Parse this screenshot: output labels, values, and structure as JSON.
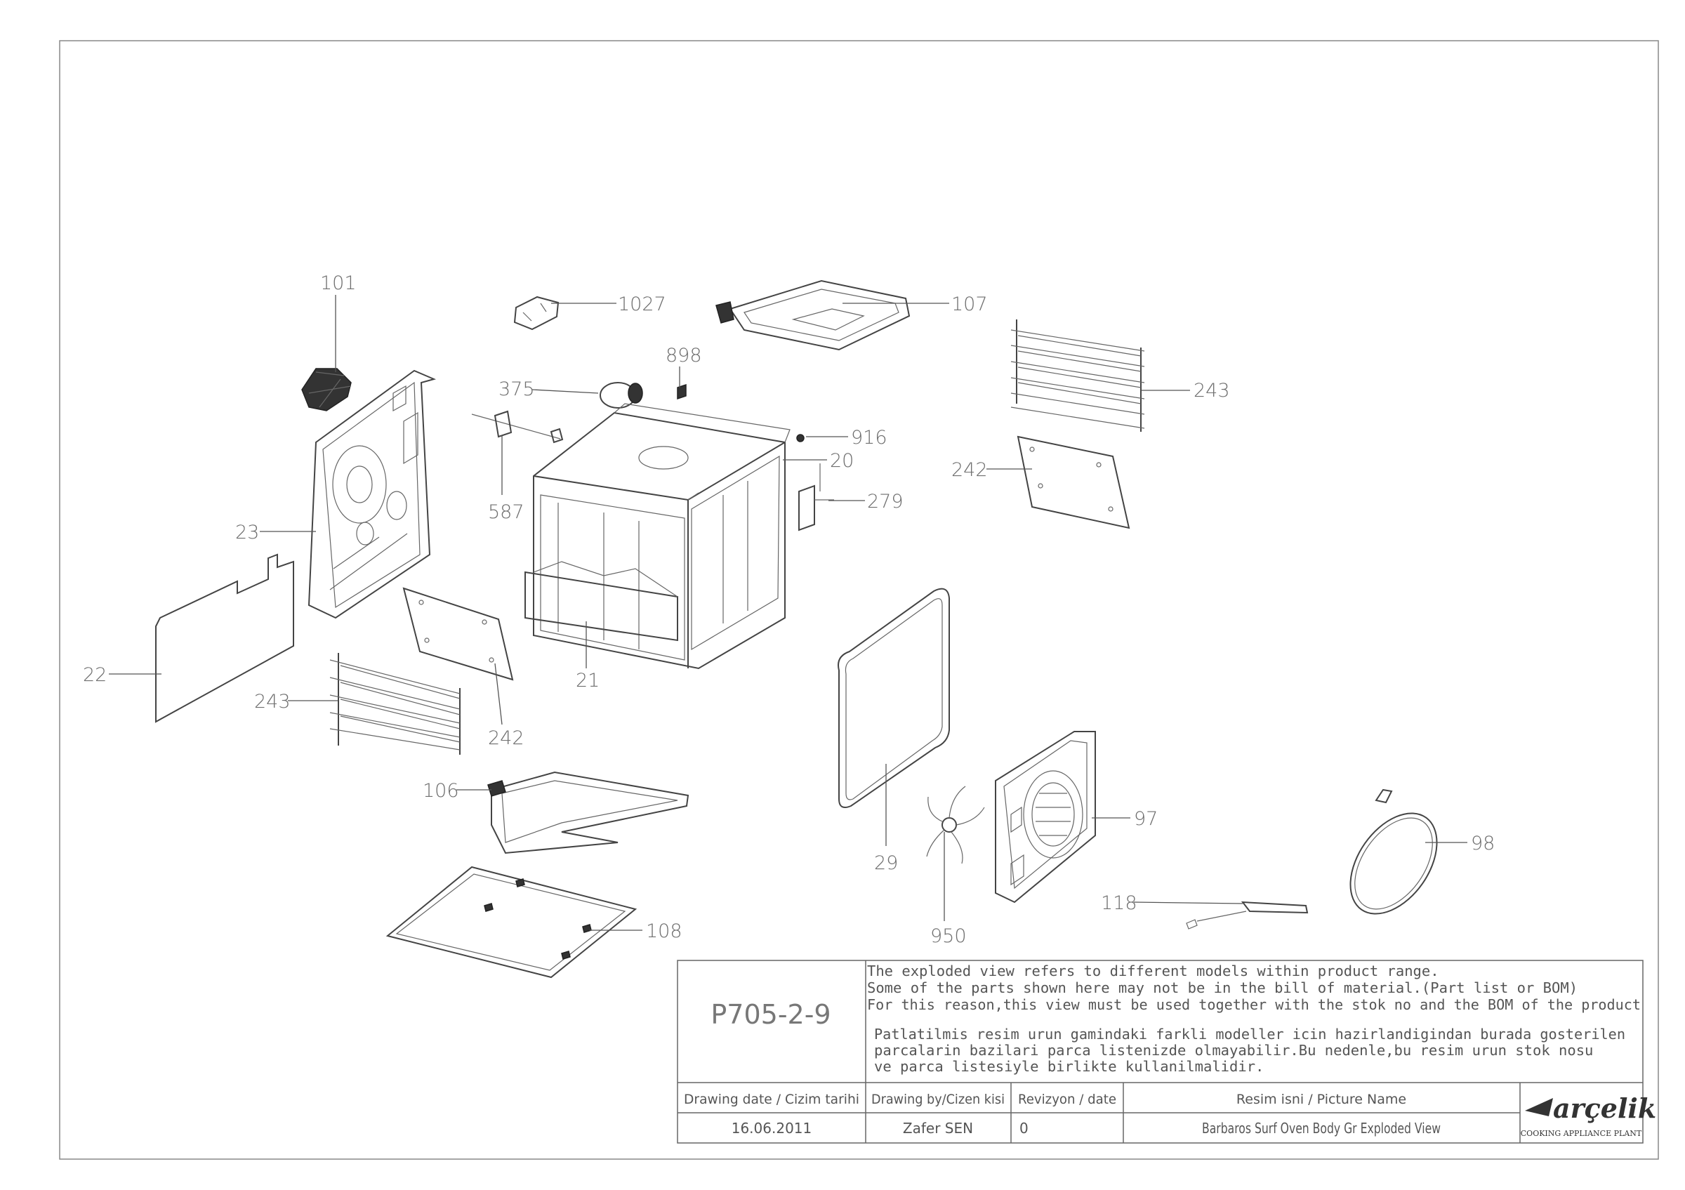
{
  "callouts": {
    "c101": "101",
    "c1027": "1027",
    "c107": "107",
    "c898": "898",
    "c375": "375",
    "c243a": "243",
    "c916": "916",
    "c20": "20",
    "c242a": "242",
    "c279": "279",
    "c587": "587",
    "c23": "23",
    "c21": "21",
    "c22": "22",
    "c243b": "243",
    "c242b": "242",
    "c106": "106",
    "c29": "29",
    "c97": "97",
    "c98": "98",
    "c118": "118",
    "c950": "950",
    "c108": "108"
  },
  "title_block": {
    "drawing_code": "P705-2-9",
    "note_en": [
      "The exploded view refers to different models within product range.",
      "Some of the parts shown here may not be in the bill of material.(Part list or BOM)",
      "For this reason,this view must be used together with the stok no and the BOM of the product"
    ],
    "note_tr": [
      "Patlatilmis resim urun gamindaki farkli modeller icin hazirlandigindan burada gosterilen",
      "parcalarin bazilari parca listenizde olmayabilir.Bu nedenle,bu resim urun stok nosu",
      "ve parca listesiyle birlikte kullanilmalidir."
    ],
    "headers": {
      "date": "Drawing date / Cizim tarihi",
      "by": "Drawing by/Cizen kisi",
      "rev": "Revizyon / date",
      "name": "Resim isni / Picture Name"
    },
    "values": {
      "date": "16.06.2011",
      "by": "Zafer SEN",
      "rev": "0",
      "name": "Barbaros Surf Oven Body Gr Exploded View"
    },
    "brand": "arçelik",
    "plant": "COOKING APPLIANCE PLANT"
  }
}
